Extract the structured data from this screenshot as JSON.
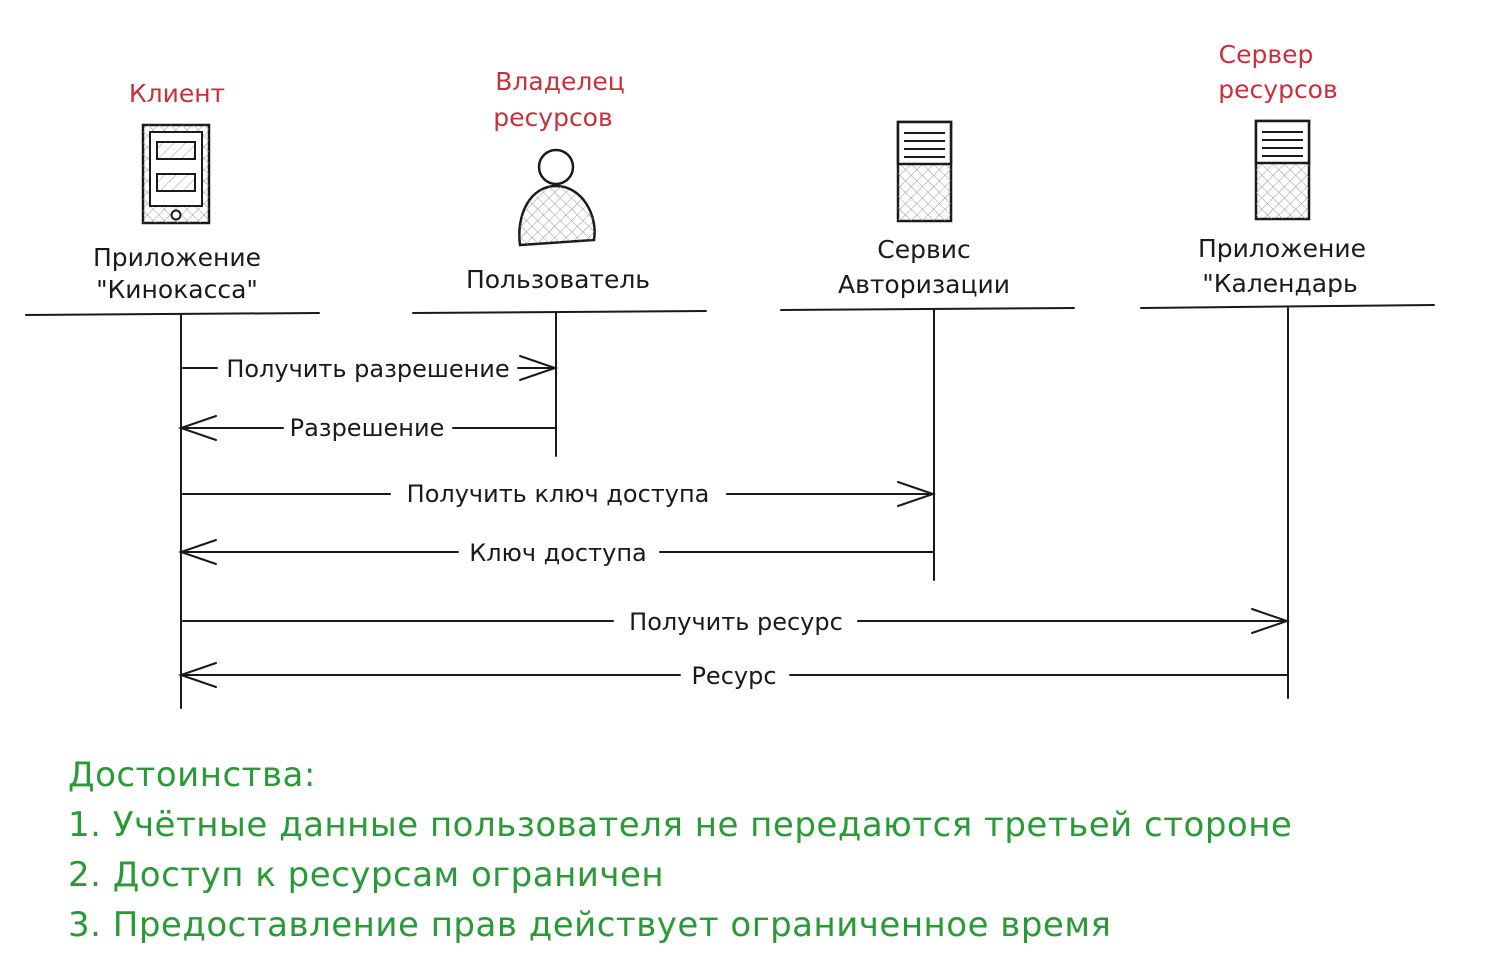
{
  "participants": [
    {
      "id": "client",
      "role": [
        "Клиент"
      ],
      "name": [
        "Приложение",
        "\"Кинокасса\""
      ],
      "icon": "mobile-app-icon"
    },
    {
      "id": "owner",
      "role": [
        "Владелец",
        "ресурсов"
      ],
      "name": [
        "Пользователь"
      ],
      "icon": "user-icon"
    },
    {
      "id": "auth",
      "role": [],
      "name": [
        "Сервис",
        "Авторизации"
      ],
      "icon": "server-icon"
    },
    {
      "id": "resource",
      "role": [
        "Сервер",
        "ресурсов"
      ],
      "name": [
        "Приложение",
        "\"Календарь"
      ],
      "icon": "server-icon"
    }
  ],
  "messages": [
    {
      "from": "client",
      "to": "owner",
      "label": "Получить разрешение"
    },
    {
      "from": "owner",
      "to": "client",
      "label": "Разрешение"
    },
    {
      "from": "client",
      "to": "auth",
      "label": "Получить ключ доступа"
    },
    {
      "from": "auth",
      "to": "client",
      "label": "Ключ доступа"
    },
    {
      "from": "client",
      "to": "resource",
      "label": "Получить ресурс"
    },
    {
      "from": "resource",
      "to": "client",
      "label": "Ресурс"
    }
  ],
  "advantages": {
    "title": "Достоинства:",
    "items": [
      "1. Учётные данные пользователя не передаются третьей стороне",
      "2. Доступ к ресурсам ограничен",
      "3. Предоставление прав действует ограниченное время"
    ]
  },
  "colors": {
    "role": "#c8303b",
    "text": "#1a1a1a",
    "advantages": "#2a9a38"
  }
}
